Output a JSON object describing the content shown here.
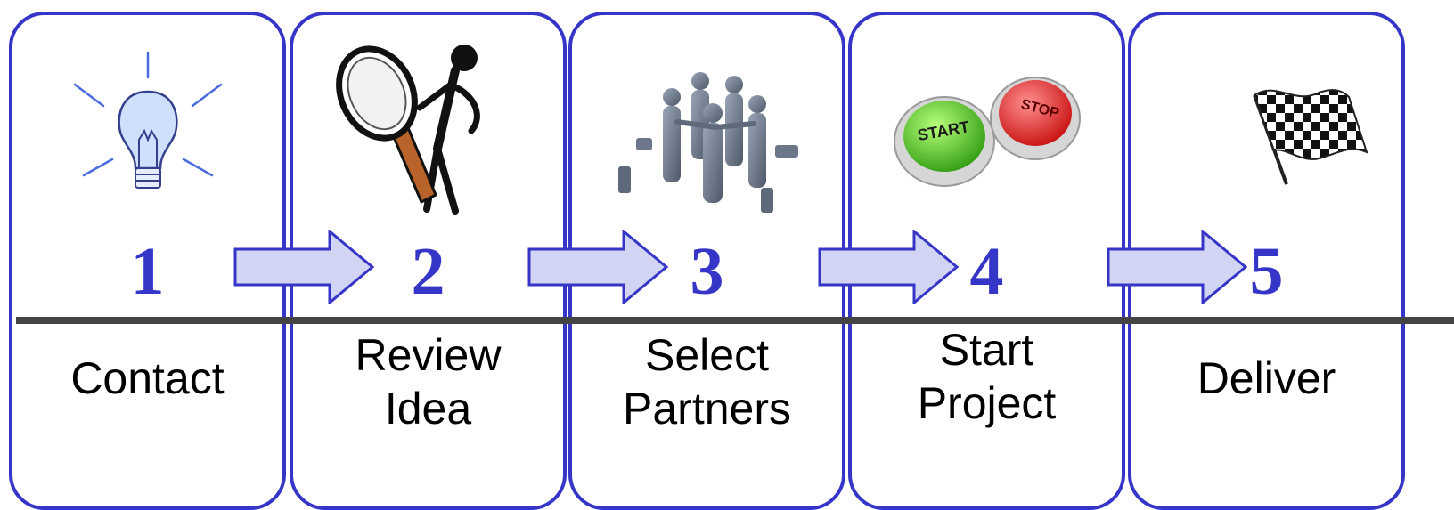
{
  "colors": {
    "accent": "#3535c8",
    "arrow_fill": "#d2d4f4",
    "divider": "#444444"
  },
  "steps": [
    {
      "number": "1",
      "label_lines": [
        "Contact"
      ],
      "icon": "lightbulb-icon"
    },
    {
      "number": "2",
      "label_lines": [
        "Review",
        "Idea"
      ],
      "icon": "magnifier-figure-icon"
    },
    {
      "number": "3",
      "label_lines": [
        "Select",
        "Partners"
      ],
      "icon": "team-huddle-icon"
    },
    {
      "number": "4",
      "label_lines": [
        "Start",
        "Project"
      ],
      "icon": "start-stop-buttons-icon"
    },
    {
      "number": "5",
      "label_lines": [
        "Deliver"
      ],
      "icon": "checkered-flag-icon"
    }
  ],
  "icon_text": {
    "start_button": "START",
    "stop_button": "STOP"
  }
}
